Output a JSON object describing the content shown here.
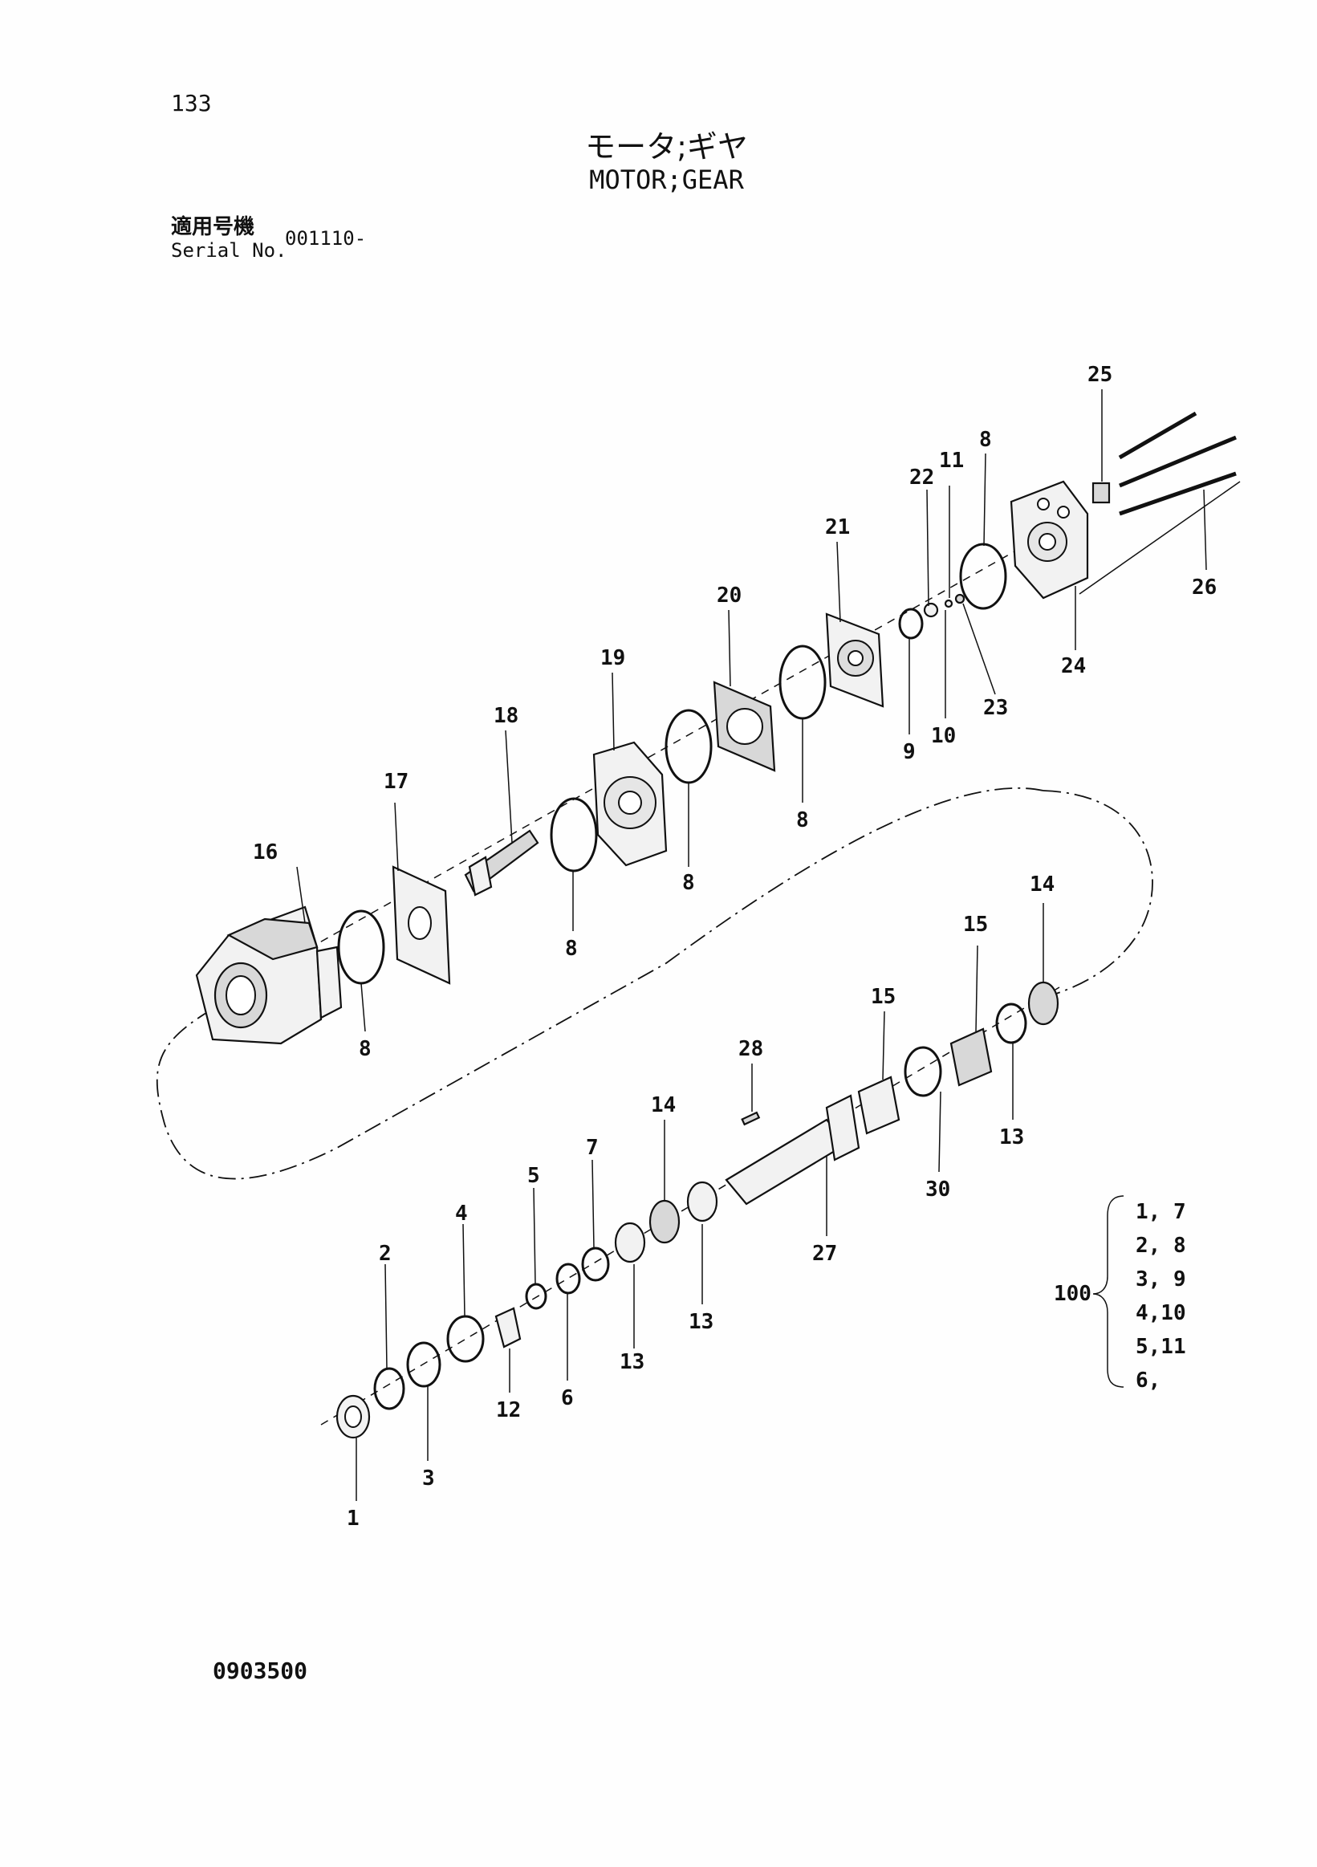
{
  "header": {
    "page_number": "133",
    "title_jp": "モータ;ギヤ",
    "title_en": "MOTOR;GEAR",
    "serial_label_jp": "適用号機",
    "serial_label_en": "Serial No.",
    "serial_value": "001110-"
  },
  "callouts": [
    {
      "id": "c1",
      "label": "1"
    },
    {
      "id": "c2",
      "label": "2"
    },
    {
      "id": "c3",
      "label": "3"
    },
    {
      "id": "c4",
      "label": "4"
    },
    {
      "id": "c5",
      "label": "5"
    },
    {
      "id": "c6",
      "label": "6"
    },
    {
      "id": "c7",
      "label": "7"
    },
    {
      "id": "c8a",
      "label": "8"
    },
    {
      "id": "c8b",
      "label": "8"
    },
    {
      "id": "c8c",
      "label": "8"
    },
    {
      "id": "c8d",
      "label": "8"
    },
    {
      "id": "c8e",
      "label": "8"
    },
    {
      "id": "c9",
      "label": "9"
    },
    {
      "id": "c10",
      "label": "10"
    },
    {
      "id": "c11",
      "label": "11"
    },
    {
      "id": "c12",
      "label": "12"
    },
    {
      "id": "c13a",
      "label": "13"
    },
    {
      "id": "c13b",
      "label": "13"
    },
    {
      "id": "c13c",
      "label": "13"
    },
    {
      "id": "c14a",
      "label": "14"
    },
    {
      "id": "c14b",
      "label": "14"
    },
    {
      "id": "c15a",
      "label": "15"
    },
    {
      "id": "c15b",
      "label": "15"
    },
    {
      "id": "c16",
      "label": "16"
    },
    {
      "id": "c17",
      "label": "17"
    },
    {
      "id": "c18",
      "label": "18"
    },
    {
      "id": "c19",
      "label": "19"
    },
    {
      "id": "c20",
      "label": "20"
    },
    {
      "id": "c21",
      "label": "21"
    },
    {
      "id": "c22",
      "label": "22"
    },
    {
      "id": "c23",
      "label": "23"
    },
    {
      "id": "c24",
      "label": "24"
    },
    {
      "id": "c25",
      "label": "25"
    },
    {
      "id": "c26",
      "label": "26"
    },
    {
      "id": "c27",
      "label": "27"
    },
    {
      "id": "c28",
      "label": "28"
    },
    {
      "id": "c30",
      "label": "30"
    }
  ],
  "kit": {
    "number": "100",
    "lines": [
      "1, 7",
      "2, 8",
      "3, 9",
      "4,10",
      "5,11",
      "6,"
    ]
  },
  "footer": {
    "doc_code": "0903500"
  }
}
